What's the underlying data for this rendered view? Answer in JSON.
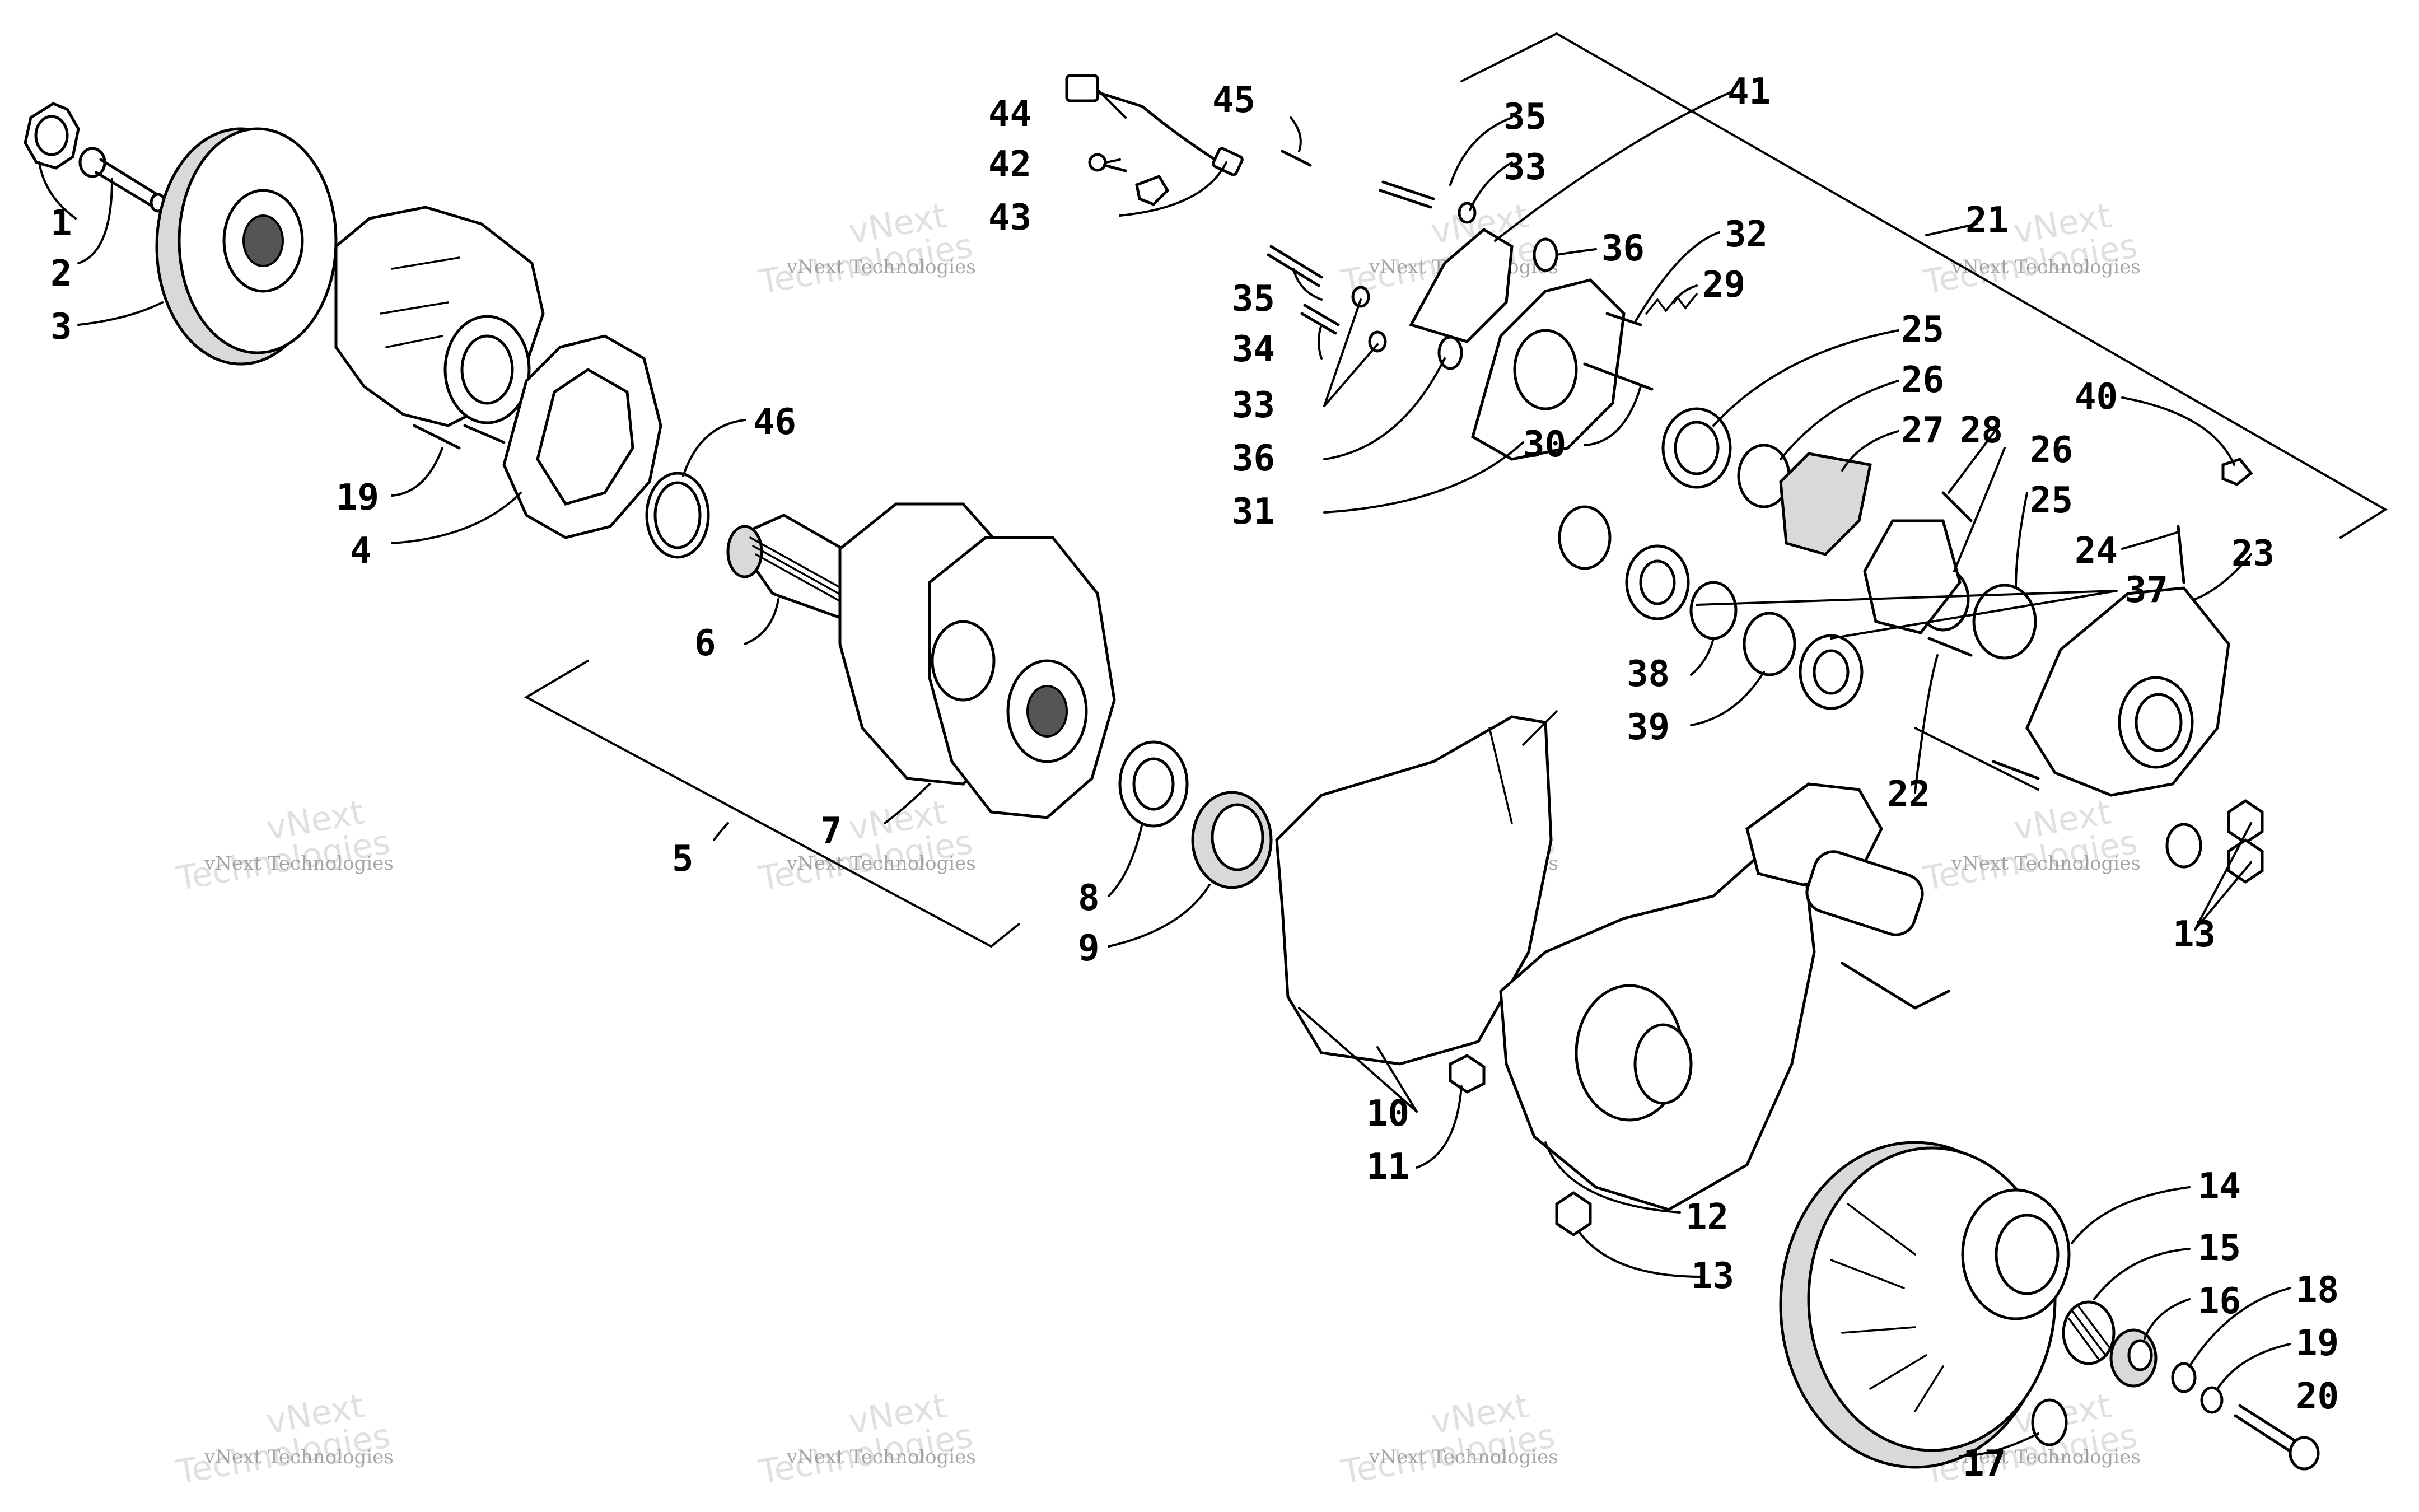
{
  "callouts": [
    {
      "id": "1",
      "label": "1"
    },
    {
      "id": "2",
      "label": "2"
    },
    {
      "id": "3",
      "label": "3"
    },
    {
      "id": "19a",
      "label": "19"
    },
    {
      "id": "4",
      "label": "4"
    },
    {
      "id": "46",
      "label": "46"
    },
    {
      "id": "6",
      "label": "6"
    },
    {
      "id": "5",
      "label": "5"
    },
    {
      "id": "7",
      "label": "7"
    },
    {
      "id": "8",
      "label": "8"
    },
    {
      "id": "9",
      "label": "9"
    },
    {
      "id": "10",
      "label": "10"
    },
    {
      "id": "11",
      "label": "11"
    },
    {
      "id": "12",
      "label": "12"
    },
    {
      "id": "13a",
      "label": "13"
    },
    {
      "id": "14",
      "label": "14"
    },
    {
      "id": "15",
      "label": "15"
    },
    {
      "id": "16",
      "label": "16"
    },
    {
      "id": "17",
      "label": "17"
    },
    {
      "id": "18",
      "label": "18"
    },
    {
      "id": "19b",
      "label": "19"
    },
    {
      "id": "20",
      "label": "20"
    },
    {
      "id": "44",
      "label": "44"
    },
    {
      "id": "45",
      "label": "45"
    },
    {
      "id": "42",
      "label": "42"
    },
    {
      "id": "43",
      "label": "43"
    },
    {
      "id": "35a",
      "label": "35"
    },
    {
      "id": "33a",
      "label": "33"
    },
    {
      "id": "41",
      "label": "41"
    },
    {
      "id": "36a",
      "label": "36"
    },
    {
      "id": "32",
      "label": "32"
    },
    {
      "id": "29",
      "label": "29"
    },
    {
      "id": "21",
      "label": "21"
    },
    {
      "id": "35b",
      "label": "35"
    },
    {
      "id": "34",
      "label": "34"
    },
    {
      "id": "33b",
      "label": "33"
    },
    {
      "id": "36b",
      "label": "36"
    },
    {
      "id": "31",
      "label": "31"
    },
    {
      "id": "30",
      "label": "30"
    },
    {
      "id": "25a",
      "label": "25"
    },
    {
      "id": "26a",
      "label": "26"
    },
    {
      "id": "27",
      "label": "27"
    },
    {
      "id": "28",
      "label": "28"
    },
    {
      "id": "26b",
      "label": "26"
    },
    {
      "id": "40",
      "label": "40"
    },
    {
      "id": "25b",
      "label": "25"
    },
    {
      "id": "24",
      "label": "24"
    },
    {
      "id": "23",
      "label": "23"
    },
    {
      "id": "37",
      "label": "37"
    },
    {
      "id": "38",
      "label": "38"
    },
    {
      "id": "39",
      "label": "39"
    },
    {
      "id": "22",
      "label": "22"
    },
    {
      "id": "13b",
      "label": "13"
    }
  ],
  "watermark": {
    "brand": "vNext",
    "name": "Technologies",
    "full": "vNext Technologies"
  }
}
